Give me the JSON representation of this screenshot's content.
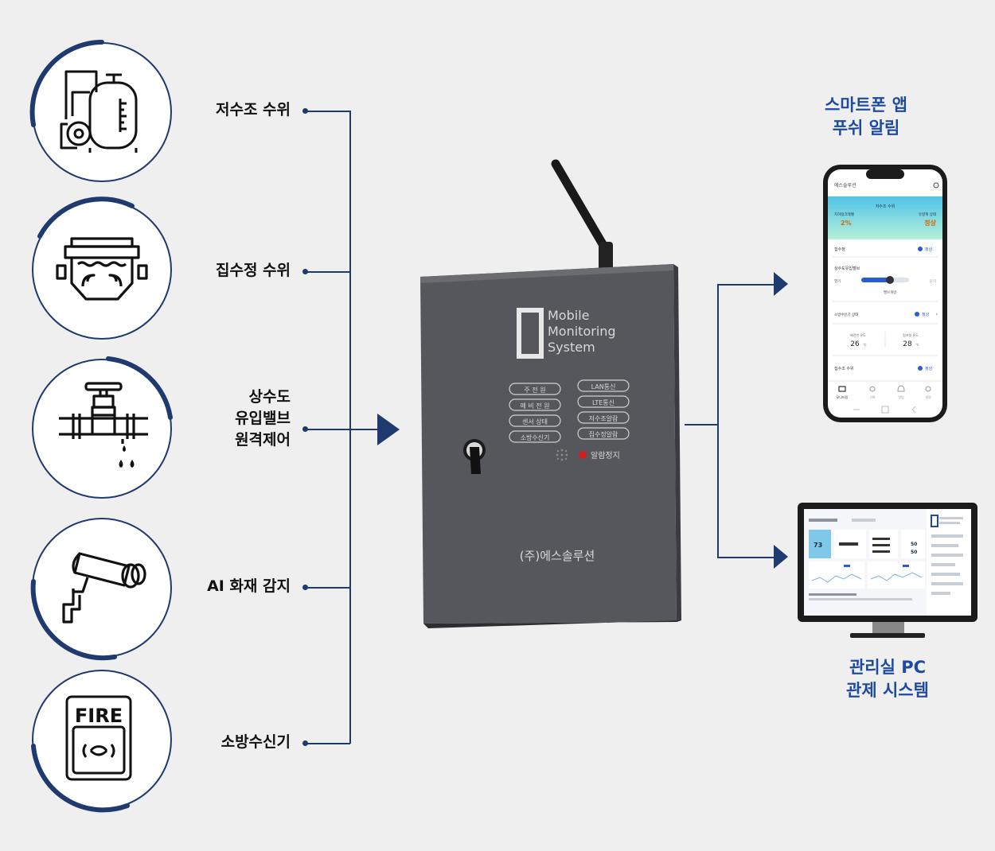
{
  "sources": [
    {
      "label": "저수조 수위",
      "icon": "water-tank-pump-icon"
    },
    {
      "label": "집수정 수위",
      "icon": "sump-pit-icon"
    },
    {
      "label_lines": [
        "상수도",
        "유입밸브",
        "원격제어"
      ],
      "icon": "water-valve-icon"
    },
    {
      "label": "AI 화재 감지",
      "icon": "cctv-camera-icon"
    },
    {
      "label": "소방수신기",
      "icon": "fire-alarm-receiver-icon"
    }
  ],
  "fire_icon_text": "FIRE",
  "device": {
    "brand_lines": [
      "Mobile",
      "Monitoring",
      "System"
    ],
    "left_leds": [
      "주 전 원",
      "예 비 전 원",
      "센서 상태",
      "소방수신기"
    ],
    "right_leds": [
      "LAN통신",
      "LTE통신",
      "저수조알람",
      "집수정알람"
    ],
    "stop_label": "알람정지",
    "company": "(주)에스솔루션"
  },
  "outputs": {
    "smartphone": {
      "title_lines": [
        "스마트폰 앱",
        "푸쉬 알림"
      ],
      "app_header": "에스솔루션",
      "tank_title": "저수조 수위",
      "left_caption": "지하탱크레벨",
      "left_value": "2%",
      "right_caption": "유량계 상태",
      "right_value": "정상",
      "row1": "집수정",
      "row1_status": "정상",
      "valve_title": "상수도유입밸브",
      "valve_left": "열기",
      "valve_right": "닫기",
      "valve_caption": "밸브개방",
      "fire_row": "소방수신기 상태",
      "fire_status": "정상",
      "temp1_label": "배전반 온도",
      "temp1_value": "26",
      "temp2_label": "펌프실 온도",
      "temp2_value": "28",
      "temp_unit": "℃",
      "row3": "집수조 수위",
      "row3_status": "정상",
      "nav": [
        "모니터링",
        "기록",
        "알림",
        "설정"
      ]
    },
    "pc": {
      "title_lines": [
        "관리실 PC",
        "관제 시스템"
      ],
      "kpi1": "73",
      "kpi2": "50",
      "kpi3": "50"
    }
  },
  "colors": {
    "navy": "#1e3a6e",
    "accent_blue": "#1e4aa0",
    "device": "#4b4d52"
  }
}
